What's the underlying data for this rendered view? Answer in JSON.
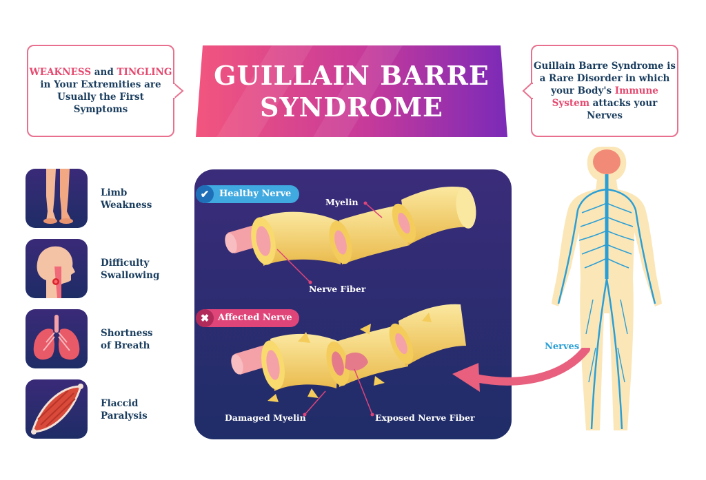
{
  "title": {
    "line1": "GUILLAIN BARRE",
    "line2": "SYNDROME"
  },
  "left_note": {
    "highlight1": "WEAKNESS",
    "connector": " and ",
    "highlight2": "TINGLING",
    "line2": "in Your Extremities are",
    "line3": "Usually the First",
    "line4": "Symptoms"
  },
  "right_note": {
    "line1": "Guillain Barre Syndrome is",
    "line2": "a Rare Disorder in which",
    "line3_pre": "your Body's ",
    "line3_hl": "Immune",
    "line4_hl": "System",
    "line4_post": " attacks your",
    "line5": "Nerves"
  },
  "symptoms": [
    {
      "line1": "Limb",
      "line2": "Weakness",
      "icon": "legs-icon"
    },
    {
      "line1": "Difficulty",
      "line2": "Swallowing",
      "icon": "throat-icon"
    },
    {
      "line1": "Shortness",
      "line2": "of Breath",
      "icon": "lungs-icon"
    },
    {
      "line1": "Flaccid",
      "line2": "Paralysis",
      "icon": "muscle-icon"
    }
  ],
  "healthy": {
    "label": "Healthy Nerve",
    "myelin": "Myelin",
    "fiber": "Nerve Fiber"
  },
  "affected": {
    "label": "Affected Nerve",
    "damaged": "Damaged Myelin",
    "exposed": "Exposed Nerve Fiber"
  },
  "body": {
    "nerves_label": "Nerves"
  },
  "colors": {
    "accent_pink": "#e5496f",
    "text_navy": "#1a3d5e",
    "panel_top": "#3a2a78",
    "panel_bottom": "#1e2d66",
    "healthy_pill": "#3fa9e0",
    "affected_pill": "#e0457a",
    "nerve_blue": "#2a9fd6",
    "myelin_yellow": "#f7d774"
  }
}
